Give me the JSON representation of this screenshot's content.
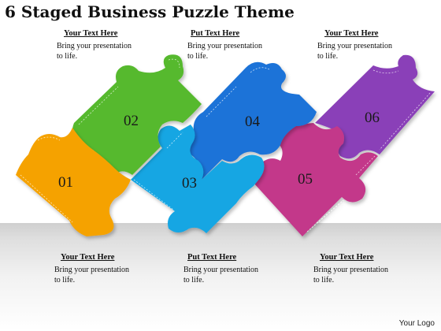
{
  "title": "6 Staged Business Puzzle Theme",
  "pieces": [
    {
      "number": "01",
      "color": "#f5a200"
    },
    {
      "number": "02",
      "color": "#56b92e"
    },
    {
      "number": "03",
      "color": "#15a6e3"
    },
    {
      "number": "04",
      "color": "#1c73d8"
    },
    {
      "number": "05",
      "color": "#c3398a"
    },
    {
      "number": "06",
      "color": "#8a3fb8"
    }
  ],
  "top_texts": [
    {
      "heading": "Your Text Here",
      "body": "Bring your presentation to life."
    },
    {
      "heading": "Put Text Here",
      "body": "Bring your presentation to life."
    },
    {
      "heading": "Your Text Here",
      "body": "Bring your presentation to life."
    }
  ],
  "bottom_texts": [
    {
      "heading": "Your Text Here",
      "body": "Bring your presentation to life."
    },
    {
      "heading": "Put Text Here",
      "body": "Bring your presentation to life."
    },
    {
      "heading": "Your Text Here",
      "body": "Bring your presentation to life."
    }
  ],
  "logo": "Your Logo"
}
